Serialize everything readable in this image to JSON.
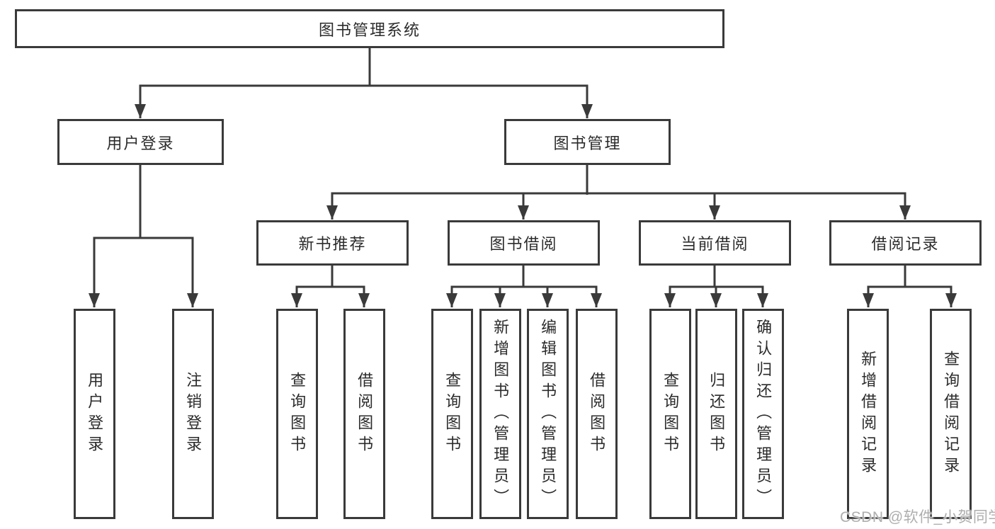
{
  "root": {
    "label": "图书管理系统"
  },
  "level2": [
    {
      "label": "用户登录"
    },
    {
      "label": "图书管理"
    }
  ],
  "level3": [
    {
      "label": "新书推荐",
      "parent": "图书管理"
    },
    {
      "label": "图书借阅",
      "parent": "图书管理"
    },
    {
      "label": "当前借阅",
      "parent": "图书管理"
    },
    {
      "label": "借阅记录",
      "parent": "图书管理"
    }
  ],
  "level4": [
    {
      "label": "用户登录",
      "parent": "用户登录"
    },
    {
      "label": "注销登录",
      "parent": "用户登录"
    },
    {
      "label": "查询图书",
      "parent": "新书推荐"
    },
    {
      "label": "借阅图书",
      "parent": "新书推荐"
    },
    {
      "label": "查询图书",
      "parent": "图书借阅"
    },
    {
      "label": "新增图书（管理员）",
      "parent": "图书借阅"
    },
    {
      "label": "编辑图书（管理员）",
      "parent": "图书借阅"
    },
    {
      "label": "借阅图书",
      "parent": "图书借阅"
    },
    {
      "label": "查询图书",
      "parent": "当前借阅"
    },
    {
      "label": "归还图书",
      "parent": "当前借阅"
    },
    {
      "label": "确认归还（管理员）",
      "parent": "当前借阅"
    },
    {
      "label": "新增借阅记录",
      "parent": "借阅记录"
    },
    {
      "label": "查询借阅记录",
      "parent": "借阅记录"
    }
  ],
  "watermark": "CSDN @软件_小贺同学",
  "colors": {
    "line": "#3a3a3a",
    "box_border": "#3a3a3a",
    "box_fill": "#ffffff",
    "text": "#2b2b2b",
    "watermark": "#aeaeae",
    "background": "#ffffff"
  }
}
